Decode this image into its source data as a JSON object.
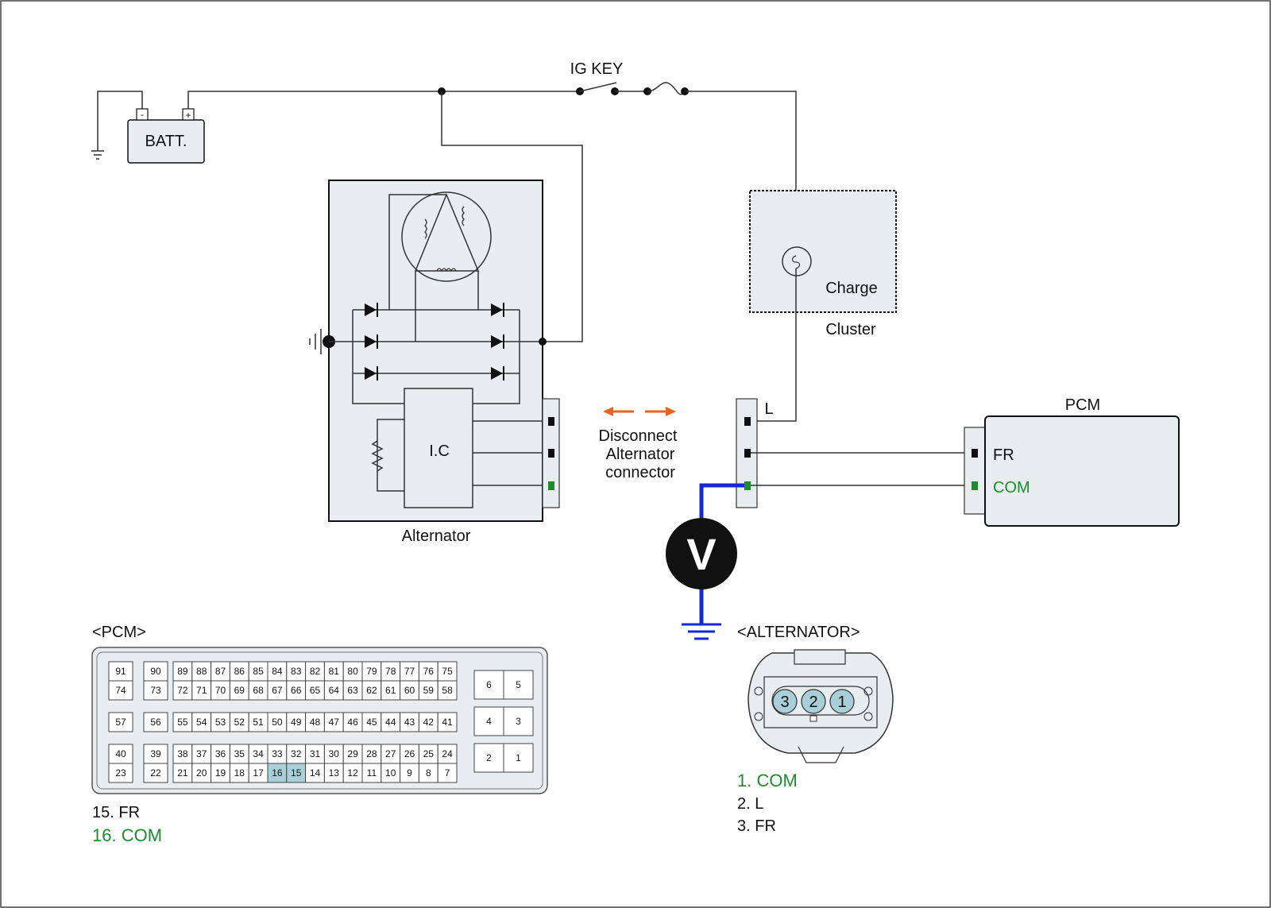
{
  "battery": {
    "label": "BATT.",
    "neg": "-",
    "pos": "+"
  },
  "ig_key": {
    "label": "IG KEY"
  },
  "alternator": {
    "label": "Alternator",
    "ic_label": "I.C"
  },
  "cluster": {
    "lamp_label": "Charge",
    "label": "Cluster"
  },
  "instruction": {
    "line1": "Disconnect",
    "line2": "Alternator",
    "line3": "connector"
  },
  "harness": {
    "l_label": "L"
  },
  "pcm": {
    "label": "PCM",
    "fr_label": "FR",
    "com_label": "COM"
  },
  "voltmeter": {
    "label": "V"
  },
  "pcm_connector": {
    "title": "<PCM>",
    "highlighted_pins": [
      "16",
      "15"
    ],
    "pin_legend": [
      "15. FR",
      "16. COM"
    ],
    "big_rows": [
      [
        "89",
        "88",
        "87",
        "86",
        "85",
        "84",
        "83",
        "82",
        "81",
        "80",
        "79",
        "78",
        "77",
        "76",
        "75"
      ],
      [
        "72",
        "71",
        "70",
        "69",
        "68",
        "67",
        "66",
        "65",
        "64",
        "63",
        "62",
        "61",
        "60",
        "59",
        "58"
      ],
      [
        "55",
        "54",
        "53",
        "52",
        "51",
        "50",
        "49",
        "48",
        "47",
        "46",
        "45",
        "44",
        "43",
        "42",
        "41"
      ],
      [
        "38",
        "37",
        "36",
        "35",
        "34",
        "33",
        "32",
        "31",
        "30",
        "29",
        "28",
        "27",
        "26",
        "25",
        "24"
      ],
      [
        "21",
        "20",
        "19",
        "18",
        "17",
        "16",
        "15",
        "14",
        "13",
        "12",
        "11",
        "10",
        "9",
        "8",
        "7"
      ]
    ],
    "left_col1": [
      "91",
      "74",
      "57",
      "40",
      "23"
    ],
    "left_col2": [
      "90",
      "73",
      "56",
      "39",
      "22"
    ],
    "right_pairs": [
      [
        "6",
        "5"
      ],
      [
        "4",
        "3"
      ],
      [
        "2",
        "1"
      ]
    ]
  },
  "alt_connector": {
    "title": "<ALTERNATOR>",
    "pins": [
      "3",
      "2",
      "1"
    ],
    "pin_legend": [
      "1. COM",
      "2. L",
      "3. FR"
    ]
  },
  "colors": {
    "green": "#1f8a2e",
    "blue": "#1428d8",
    "orange": "#e8641e",
    "highlight": "#a9cfd8"
  }
}
